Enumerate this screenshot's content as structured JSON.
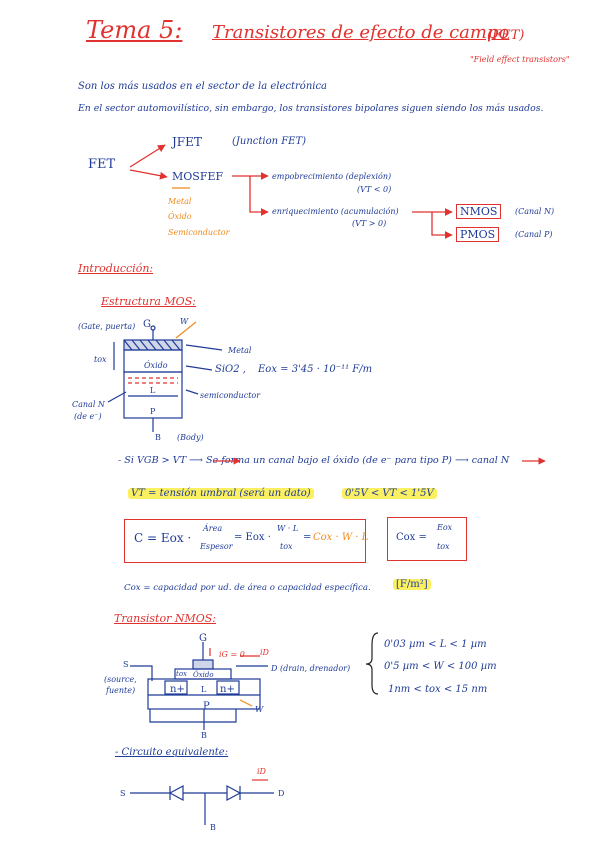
{
  "title": {
    "tema": "Tema 5:",
    "topic": "Transistores de efecto de campo",
    "abbr": "(FET)",
    "english": "\"Field effect transistors\""
  },
  "intro_lines": [
    "Son los más usados en el sector de la electrónica",
    "En el sector automovilístico, sin embargo, los transistores bipolares siguen siendo los más usados."
  ],
  "tree": {
    "root": "FET",
    "jfet": "JFET",
    "jfet_note": "(Junction FET)",
    "mosfet": "MOSFEF",
    "mos_letters": [
      "Metal",
      "Óxido",
      "Semiconductor"
    ],
    "empob": "empobrecimiento (deplexión)",
    "empob_cond": "(VT < 0)",
    "enriq": "enriquecimiento (acumulación)",
    "enriq_cond": "(VT > 0)",
    "nmos": "NMOS",
    "nmos_note": "(Canal N)",
    "pmos": "PMOS",
    "pmos_note": "(Canal P)"
  },
  "section_intro": "Introducción:",
  "estructura": {
    "heading": "Estructura MOS:",
    "gate_note": "(Gate, puerta)",
    "g": "G",
    "w": "W",
    "tox": "tox",
    "oxido": "Óxido",
    "L": "L",
    "p": "P",
    "metal": "Metal",
    "sio2": "SiO2 ,",
    "eox": "Eox = 3'45 · 10⁻¹¹ F/m",
    "semicond": "semiconductor",
    "canal": "Canal N",
    "canal2": "(de e⁻)",
    "b": "B",
    "body": "(Body)"
  },
  "condition_line": "- Si  VGB > VT ⟶ Se forma un canal bajo el óxido (de e⁻ para tipo P) ⟶ canal N",
  "vt_line": {
    "left": "VT = tensión umbral   (será un dato)",
    "right": "0'5V < VT < 1'5V"
  },
  "formula_c": "C = Eox · Área/Espesor = Eox · W·L/tox = Cox · W · L",
  "formula_c_parts": {
    "c": "C = Eox ·",
    "area": "Área",
    "espesor": "Espesor",
    "eq2": "= Eox ·",
    "wl": "W · L",
    "tox": "tox",
    "eq3": "=",
    "cox": "Cox · W · L"
  },
  "formula_cox": {
    "lhs": "Cox =",
    "num": "Eox",
    "den": "tox"
  },
  "cox_def": "Cox = capacidad por ud. de área o capacidad específica.",
  "cox_units": "[F/m²]",
  "nmos_section": {
    "heading": "Transistor NMOS:",
    "g": "G",
    "ig": "iG = 0",
    "id": "iD",
    "s": "S",
    "source": "(source,",
    "source2": "fuente)",
    "tox": "tox",
    "oxido": "Óxido",
    "n1": "n+",
    "L": "L",
    "n2": "n+",
    "d": "D (drain, drenador)",
    "p": "P",
    "w": "W",
    "b": "B"
  },
  "ranges": [
    "0'03 µm < L < 1 µm",
    "0'5 µm < W < 100 µm",
    "1nm < tox < 15 nm"
  ],
  "circuito": {
    "heading": "- Circuito equivalente:",
    "s": "S",
    "d": "D",
    "id": "iD",
    "b": "B"
  }
}
